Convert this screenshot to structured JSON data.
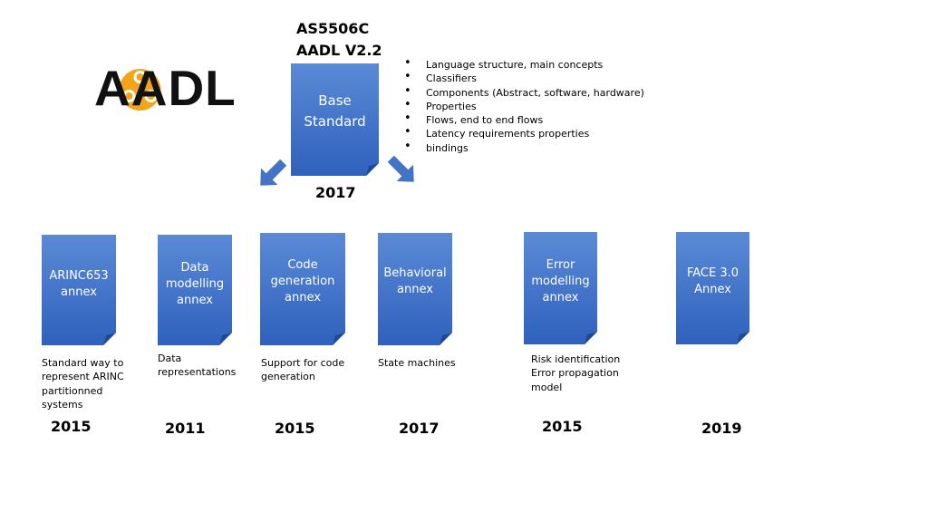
{
  "logo": {
    "text": "AADL",
    "icon_name": "aadl-logo-icon",
    "icon_color": "#f2a51b"
  },
  "base_standard": {
    "title_line1": "AS5506C",
    "title_line2": "AADL V2.2",
    "label": "Base\nStandard",
    "year": "2017",
    "features": [
      "Language structure, main concepts",
      "Classifiers",
      "Components  (Abstract, software, hardware)",
      "Properties",
      "Flows, end to end flows",
      "Latency requirements  properties",
      "bindings"
    ]
  },
  "annexes": [
    {
      "label": "ARINC653\nannex",
      "description": "Standard way to\nrepresent ARINC\npartitionned\nsystems",
      "year": "2015"
    },
    {
      "label": "Data\nmodelling\nannex",
      "description": "Data\nrepresentations",
      "year": "2011"
    },
    {
      "label": "Code\ngeneration\nannex",
      "description": "Support  for code\ngeneration",
      "year": "2015"
    },
    {
      "label": "Behavioral\nannex",
      "description": "State machines",
      "year": "2017"
    },
    {
      "label": "Error\nmodelling\nannex",
      "description": "Risk identification\nError propagation\nmodel",
      "year": "2015"
    },
    {
      "label": "FACE 3.0\nAnnex",
      "description": "",
      "year": "2019"
    }
  ],
  "colors": {
    "doc_fill_top": "#5a8ad6",
    "doc_fill_bottom": "#2f61bd",
    "doc_fold": "#1d4a97",
    "arrow": "#4472c4"
  }
}
